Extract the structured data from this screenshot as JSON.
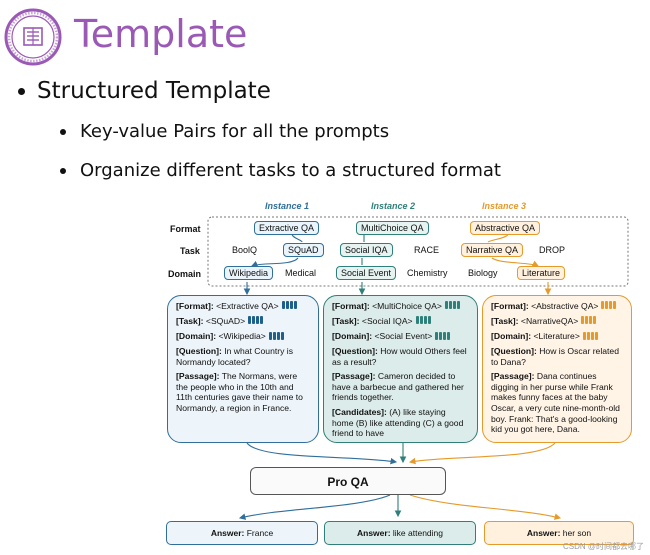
{
  "title": "Template",
  "bullet1": "Structured Template",
  "bullet2a": "Key-value Pairs for all the prompts",
  "bullet2b": "Organize different tasks to a structured format",
  "colors": {
    "title": "#9b59b6",
    "blue": "#2f6f9a",
    "teal": "#2f7f7a",
    "orange": "#e59a2a"
  },
  "icons": {
    "logo": "university-seal"
  },
  "figure": {
    "instances": [
      "Instance 1",
      "Instance 2",
      "Instance 3"
    ],
    "row_labels": [
      "Format",
      "Task",
      "Domain"
    ],
    "format": [
      "Extractive QA",
      "MultiChoice QA",
      "Abstractive QA"
    ],
    "task": [
      "BoolQ",
      "SQuAD",
      "Social IQA",
      "RACE",
      "Narrative QA",
      "DROP"
    ],
    "domain": [
      "Wikipedia",
      "Medical",
      "Social Event",
      "Chemistry",
      "Biology",
      "Literature"
    ],
    "panels": [
      {
        "format_key": "[Format]:",
        "format_val": " <Extractive QA>",
        "task_key": "[Task]:",
        "task_val": " <SQuAD>",
        "domain_key": "[Domain]:",
        "domain_val": " <Wikipedia>",
        "question_key": "[Question]:",
        "question_val": " In what Country is Normandy located?",
        "passage_key": "[Passage]:",
        "passage_val": " The Normans, were the people who in the 10th and 11th centuries gave their name to Normandy, a region in France."
      },
      {
        "format_key": "[Format]:",
        "format_val": " <MultiChoice QA>",
        "task_key": "[Task]:",
        "task_val": " <Social IQA>",
        "domain_key": "[Domain]:",
        "domain_val": " <Social Event>",
        "question_key": "[Question]:",
        "question_val": " How would Others feel as a result?",
        "passage_key": "[Passage]:",
        "passage_val": " Cameron decided to have a barbecue and gathered her friends together.",
        "candidates_key": "[Candidates]:",
        "candidates_val": " (A) like staying home (B) like attending (C) a good friend to have"
      },
      {
        "format_key": "[Format]:",
        "format_val": " <Abstractive  QA>",
        "task_key": "[Task]:",
        "task_val": " <NarrativeQA>",
        "domain_key": "[Domain]:",
        "domain_val": " <Literature>",
        "question_key": "[Question]:",
        "question_val": " How is Oscar related to Dana?",
        "passage_key": "[Passage]:",
        "passage_val": " Dana continues digging in her purse while Frank makes funny faces at the baby Oscar, a very cute nine-month-old boy. Frank: That's a good-looking kid you got here, Dana."
      }
    ],
    "model": "Pro QA",
    "answers": [
      {
        "key": "Answer:",
        "val": " France"
      },
      {
        "key": "Answer:",
        "val": " like attending"
      },
      {
        "key": "Answer:",
        "val": " her son"
      }
    ]
  },
  "watermark": "CSDN @时间都去哪了"
}
